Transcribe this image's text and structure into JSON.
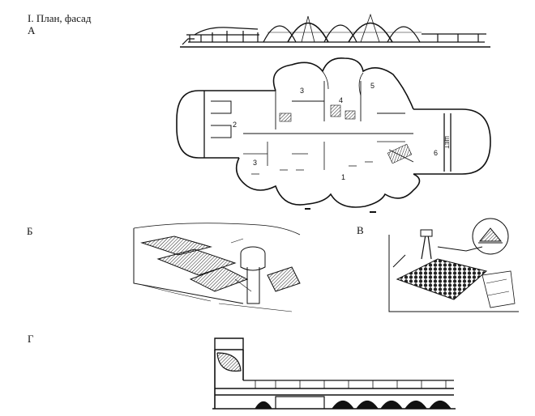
{
  "figure": {
    "title": "I. План, фасад",
    "panel_labels": {
      "a": "А",
      "b": "Б",
      "v": "В",
      "g": "Г"
    },
    "plan_room_numbers": [
      "1",
      "2",
      "3",
      "4",
      "5",
      "6",
      "3"
    ],
    "plan_side_text": "ЩЕТ"
  },
  "colors": {
    "ink": "#111111",
    "paper": "#ffffff",
    "hatch": "#333333"
  }
}
